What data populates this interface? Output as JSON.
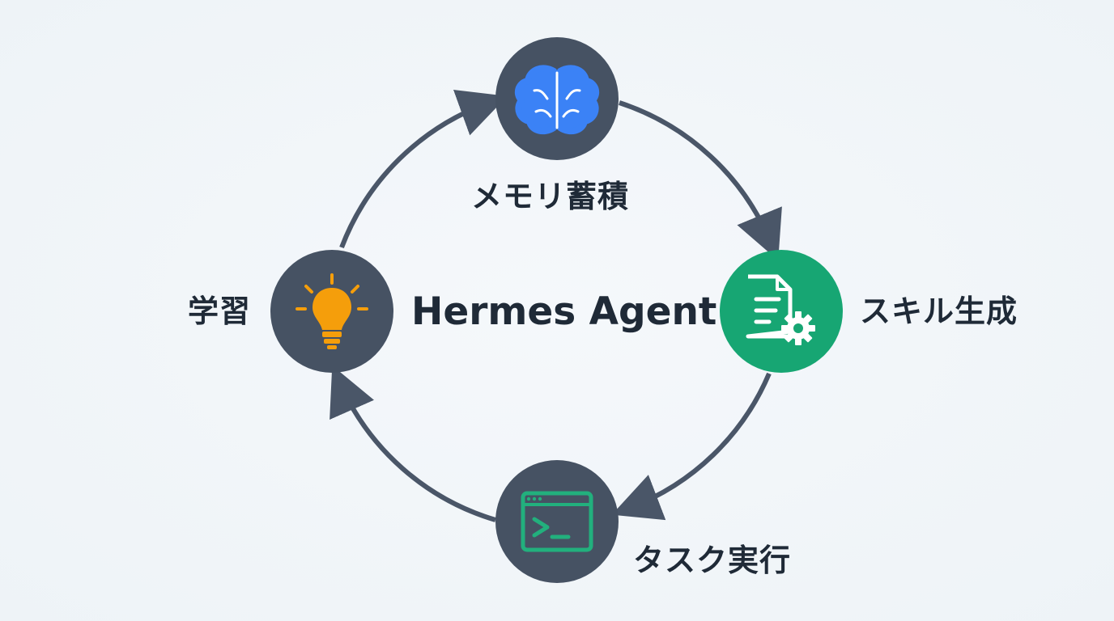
{
  "center": {
    "title": "Hermes Agent"
  },
  "nodes": {
    "memory": {
      "label": "メモリ蓄積",
      "icon": "brain-icon",
      "fill": "#465263",
      "icon_color": "#3b82f6"
    },
    "skill": {
      "label": "スキル生成",
      "icon": "document-gear-icon",
      "fill": "#17a673",
      "icon_color": "#ffffff"
    },
    "task": {
      "label": "タスク実行",
      "icon": "terminal-icon",
      "fill": "#465263",
      "icon_color": "#22b07d"
    },
    "learn": {
      "label": "学習",
      "icon": "lightbulb-icon",
      "fill": "#465263",
      "icon_color": "#f59e0b"
    }
  },
  "colors": {
    "arrow": "#4a5668",
    "text": "#1f2a37",
    "background": "#f1f5f9"
  }
}
